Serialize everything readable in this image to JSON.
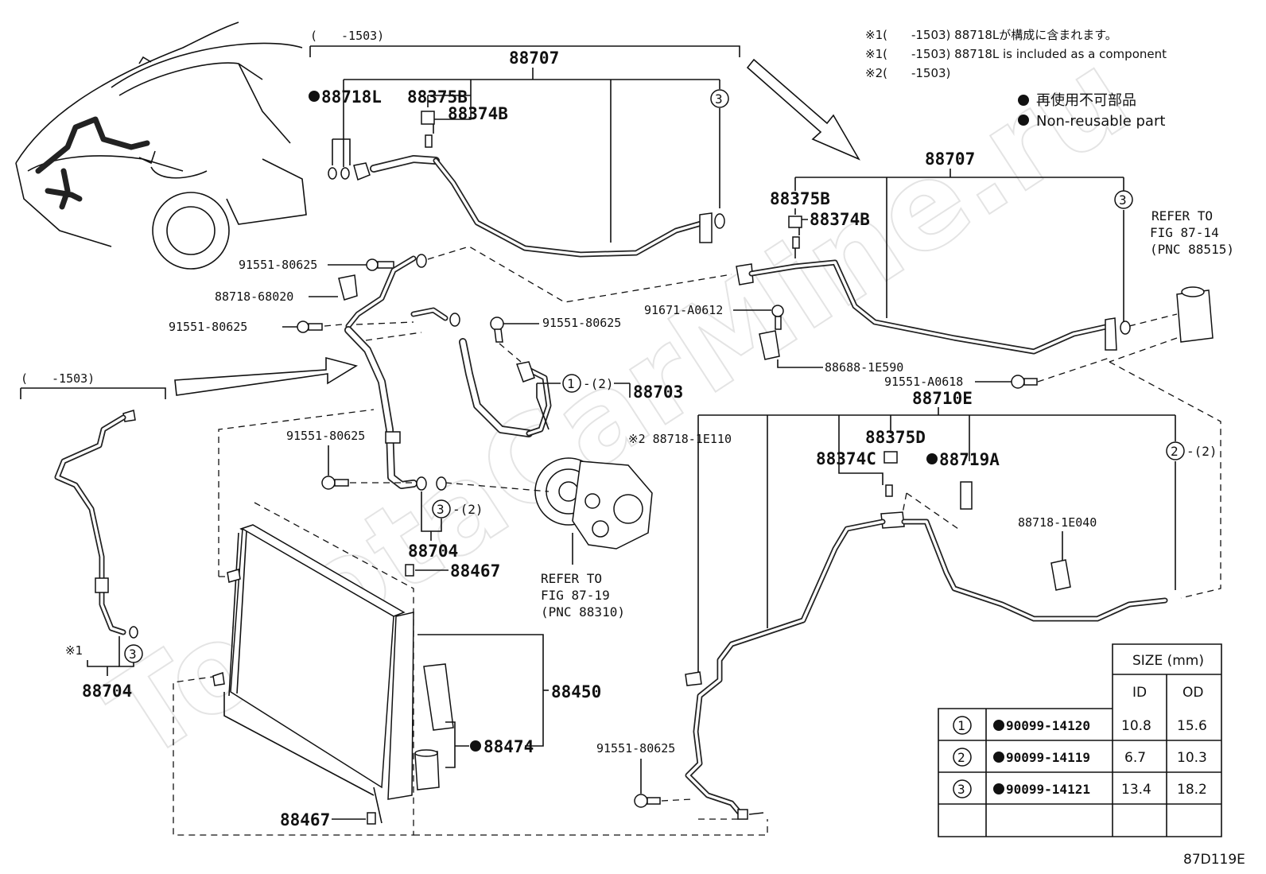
{
  "diagram_id": "87D119E",
  "notes": {
    "n1_jp": "※1(　　-1503) 88718Lが構成に含まれます。",
    "n1_en": "※1(　　-1503) 88718L is included as a component",
    "n2": "※2(　　-1503)"
  },
  "legend": {
    "jp": "再使用不可部品",
    "en": "Non-reusable part"
  },
  "watermark": "ToyotaCarMine.ru",
  "labels": {
    "top_range": "(　　-1503)",
    "left_range": "(　　-1503)",
    "p88707_top": "88707",
    "p88718L": "88718L",
    "p88375B_top": "88375B",
    "p88374B_top": "88374B",
    "c3_top": "3",
    "p88707_right": "88707",
    "p88375B_right": "88375B",
    "p88374B_right": "88374B",
    "c3_right": "3",
    "refer_1": "REFER TO",
    "refer_2": "FIG 87-14",
    "refer_3": "(PNC 88515)",
    "b91551_80625_a": "91551-80625",
    "p88718_68020": "88718-68020",
    "b91551_80625_b": "91551-80625",
    "b91551_80625_c": "91551-80625",
    "b91671_A0612": "91671-A0612",
    "p88688_1E590": "88688-1E590",
    "b91551_A0618": "91551-A0618",
    "c1_mid": "1",
    "c1_mid_suffix": "-(2)",
    "p88703": "88703",
    "p88710E": "88710E",
    "note2_part": "※2 88718-1E110",
    "p88375D": "88375D",
    "p88374C": "88374C",
    "p88719A": "88719A",
    "c2_right": "2",
    "c2_right_suffix": "-(2)",
    "b91551_80625_d": "91551-80625",
    "c3_mid": "3",
    "c3_mid_suffix": "-(2)",
    "p88704_mid": "88704",
    "p88467_top": "88467",
    "refer2_1": "REFER TO",
    "refer2_2": "FIG 87-19",
    "refer2_3": "(PNC 88310)",
    "p88718_1E040": "88718-1E040",
    "p88450": "88450",
    "p88474": "88474",
    "p88467_bottom": "88467",
    "b91551_80625_e": "91551-80625",
    "note1_mark": "※1",
    "c3_left": "3",
    "p88704_left": "88704"
  },
  "size_table": {
    "header": "SIZE (mm)",
    "col_id": "ID",
    "col_od": "OD",
    "rows": [
      {
        "no": "1",
        "part": "90099-14120",
        "id": "10.8",
        "od": "15.6"
      },
      {
        "no": "2",
        "part": "90099-14119",
        "id": "6.7",
        "od": "10.3"
      },
      {
        "no": "3",
        "part": "90099-14121",
        "id": "13.4",
        "od": "18.2"
      }
    ]
  }
}
